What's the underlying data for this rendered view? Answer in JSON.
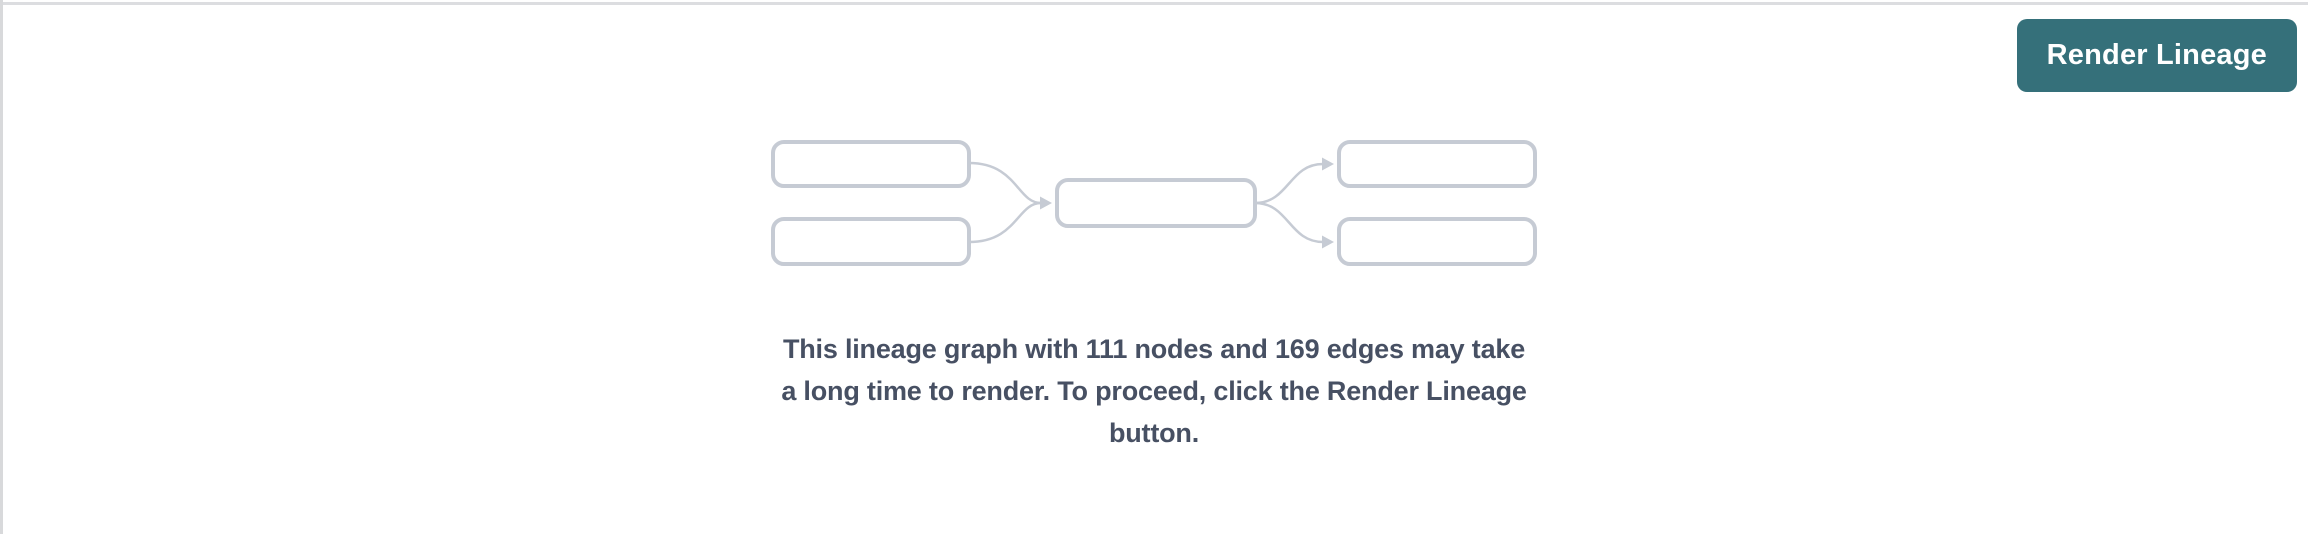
{
  "colors": {
    "page_bg": "#ffffff",
    "top_border": "#dcdde0",
    "left_border": "#d8d9db",
    "accent_teal": "#35707a",
    "button_text": "#ffffff",
    "diagram_gray": "#c6cbd4",
    "message_text": "#475063"
  },
  "toolbar": {
    "render_lineage_button": "Render Lineage"
  },
  "placeholder": {
    "node_count": 111,
    "edge_count": 169,
    "message_lines": [
      "This lineage graph with 111 nodes and 169 edges may take",
      "a long time to render. To proceed, click the Render Lineage",
      "button."
    ]
  }
}
